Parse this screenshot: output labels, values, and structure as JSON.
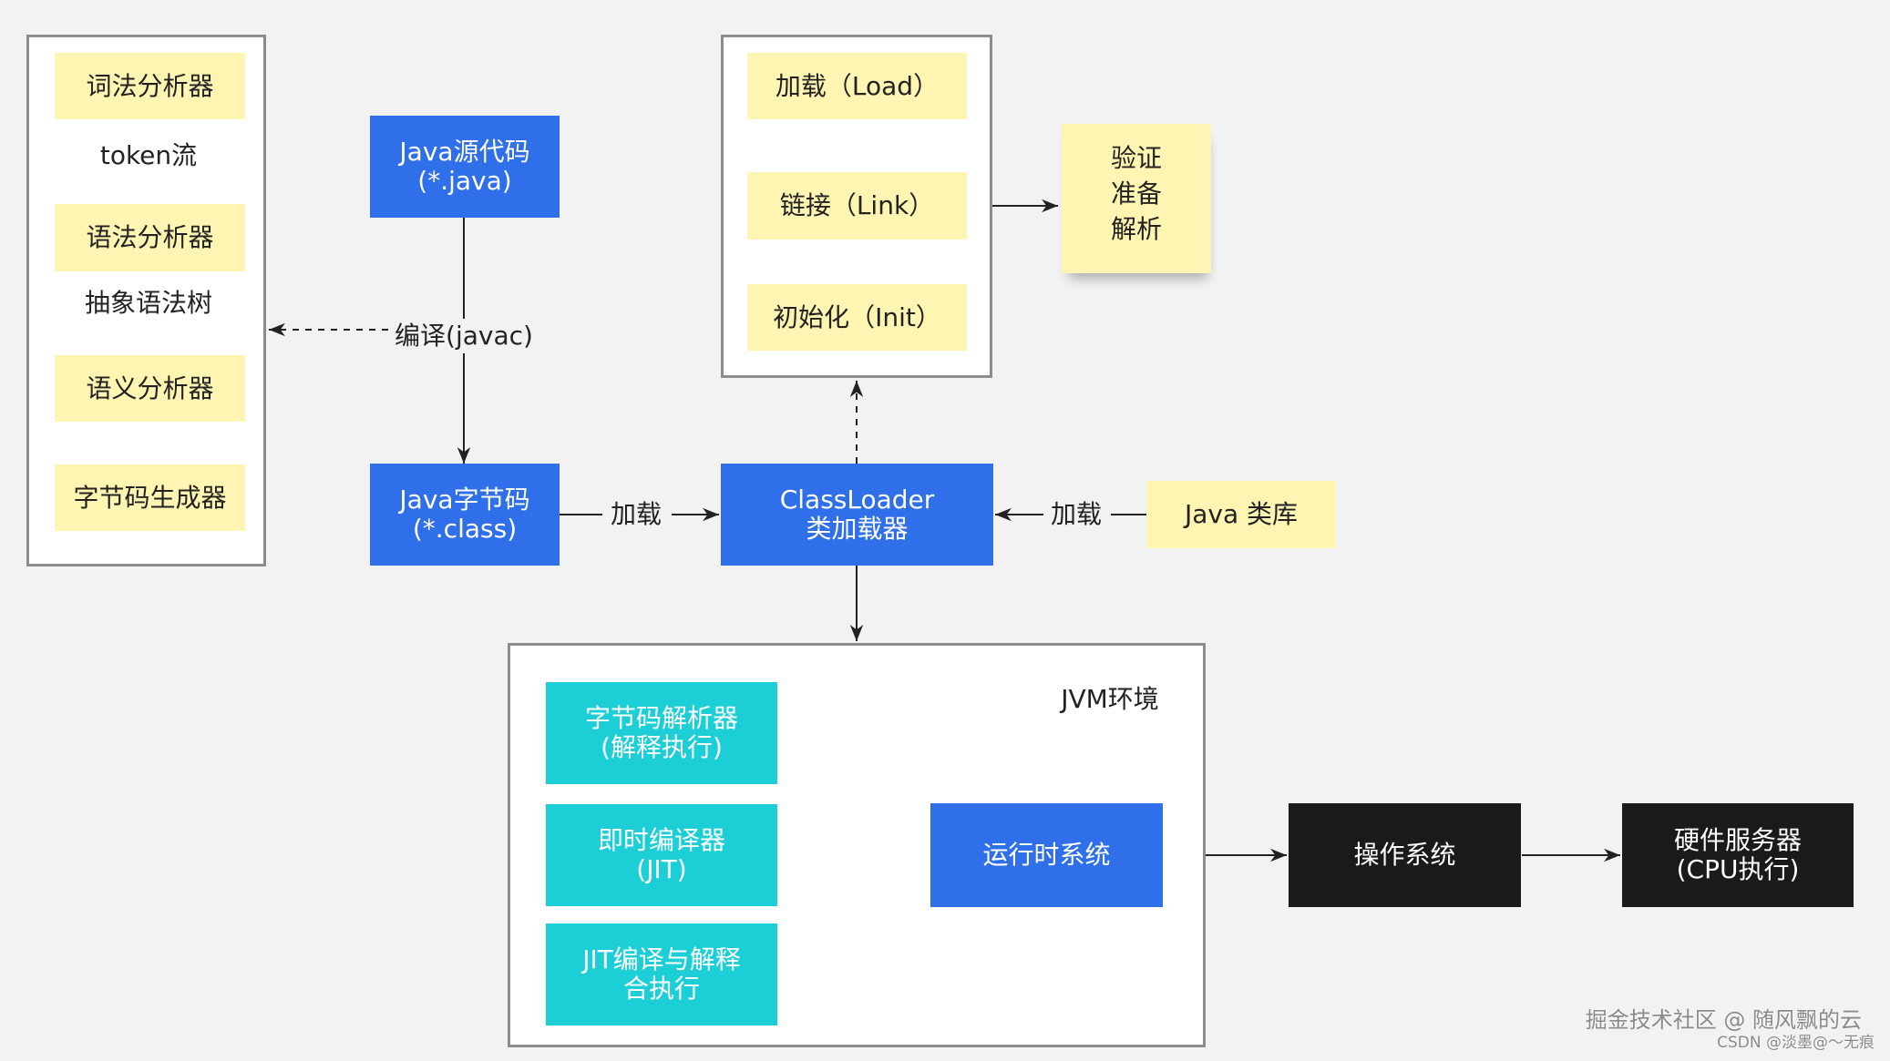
{
  "colors": {
    "background": "#f2f2f2",
    "yellow": "#fdf5b1",
    "blue": "#2f6fea",
    "cyan": "#1ccfd6",
    "black": "#1a1a1a",
    "border": "#8c8c8c",
    "line": "#222222"
  },
  "compiler": {
    "lexer": "词法分析器",
    "token_stream": "token流",
    "parser": "语法分析器",
    "ast": "抽象语法树",
    "semantic": "语义分析器",
    "bytecode_generator": "字节码生成器"
  },
  "source": {
    "line1": "Java源代码",
    "line2": "(*.java)"
  },
  "compile_label": "编译(javac)",
  "bytecode": {
    "line1": "Java字节码",
    "line2": "(*.class)"
  },
  "load_label_left": "加载",
  "classloader": {
    "line1": "ClassLoader",
    "line2": "类加载器"
  },
  "load_label_right": "加载",
  "library": "Java 类库",
  "lifecycle": {
    "load": "加载（Load）",
    "link": "链接（Link）",
    "init": "初始化（Init）"
  },
  "link_steps": [
    "验证",
    "准备",
    "解析"
  ],
  "jvm": {
    "title": "JVM环境",
    "interpreter": {
      "line1": "字节码解析器",
      "line2": "(解释执行)"
    },
    "jit": {
      "line1": "即时编译器",
      "line2": "(JIT)"
    },
    "mixed": {
      "line1": "JIT编译与解释",
      "line2": "合执行"
    },
    "runtime": "运行时系统"
  },
  "os": "操作系统",
  "hardware": {
    "line1": "硬件服务器",
    "line2": "(CPU执行)"
  },
  "watermark": {
    "line1": "掘金技术社区 @ 随风飘的云",
    "line2": "CSDN @淡墨@～无痕"
  }
}
